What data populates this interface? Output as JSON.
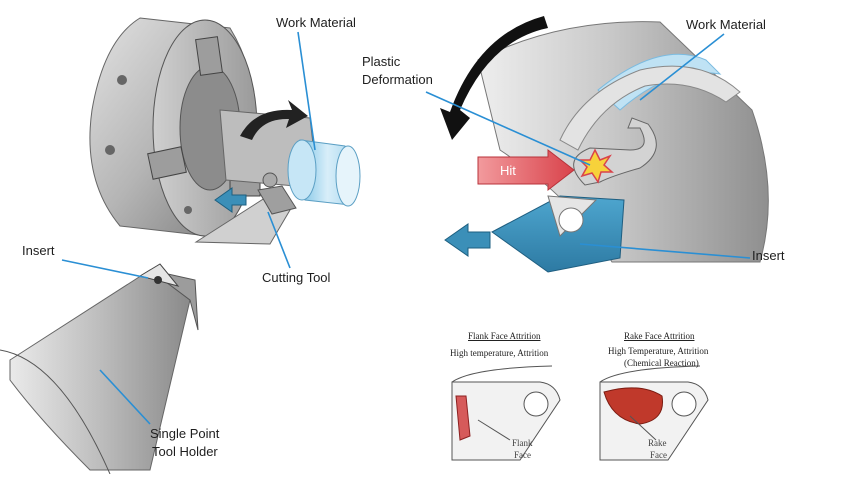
{
  "labels": {
    "work_material_left": "Work Material",
    "work_material_right": "Work Material",
    "plastic_deformation_line1": "Plastic",
    "plastic_deformation_line2": "Deformation",
    "hit": "Hit",
    "insert_right": "Insert",
    "insert_left": "Insert",
    "cutting_tool": "Cutting Tool",
    "single_point_line1": "Single Point",
    "single_point_line2": "Tool Holder"
  },
  "attrition": {
    "flank": {
      "title": "Flank Face Attrition",
      "subtitle": "High temperature, Attrition",
      "face_label_line1": "Flank",
      "face_label_line2": "Face"
    },
    "rake": {
      "title": "Rake Face Attrition",
      "subtitle_line1": "High Temperature, Attrition",
      "subtitle_line2": "(Chemical Reaction)",
      "face_label_line1": "Rake",
      "face_label_line2": "Face"
    }
  },
  "colors": {
    "leader_line": "#2a8fd4",
    "insert_blue": "#3b8fb8",
    "hit_red": "#d9434b",
    "work_highlight": "#9fd3ef",
    "metal_gray": "#a9a9a9",
    "wear_red": "#c0392b"
  }
}
